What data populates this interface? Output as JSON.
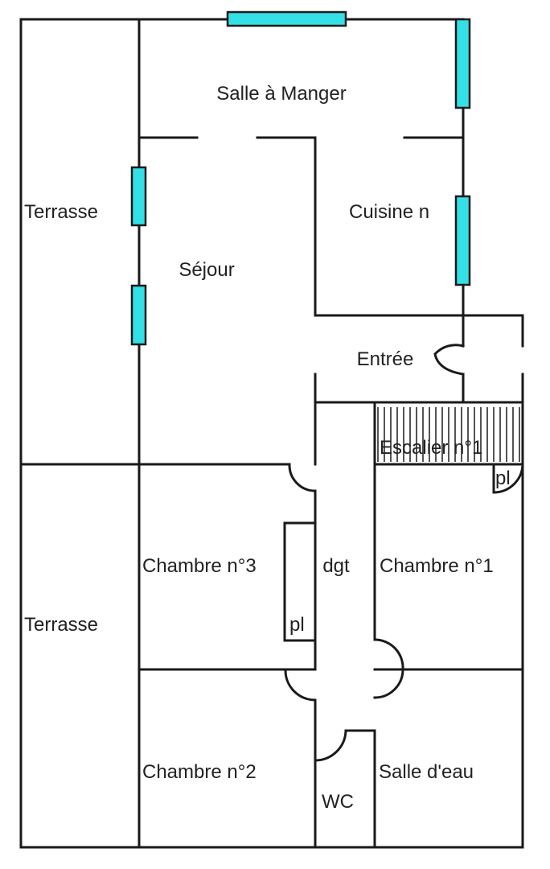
{
  "rooms": {
    "salle_a_manger": "Salle à Manger",
    "terrasse_top": "Terrasse",
    "sejour": "Séjour",
    "cuisine": "Cuisine n",
    "entree": "Entrée",
    "escalier": "Escalier n°1",
    "placard_1": "pl",
    "chambre_3": "Chambre n°3",
    "degagement": "dgt",
    "chambre_1": "Chambre n°1",
    "terrasse_bottom": "Terrasse",
    "placard_3": "pl",
    "chambre_2": "Chambre n°2",
    "wc": "WC",
    "salle_eau": "Salle d'eau"
  },
  "colors": {
    "wall": "#1a1a1a",
    "window": "#33e0e6",
    "background": "#ffffff"
  }
}
